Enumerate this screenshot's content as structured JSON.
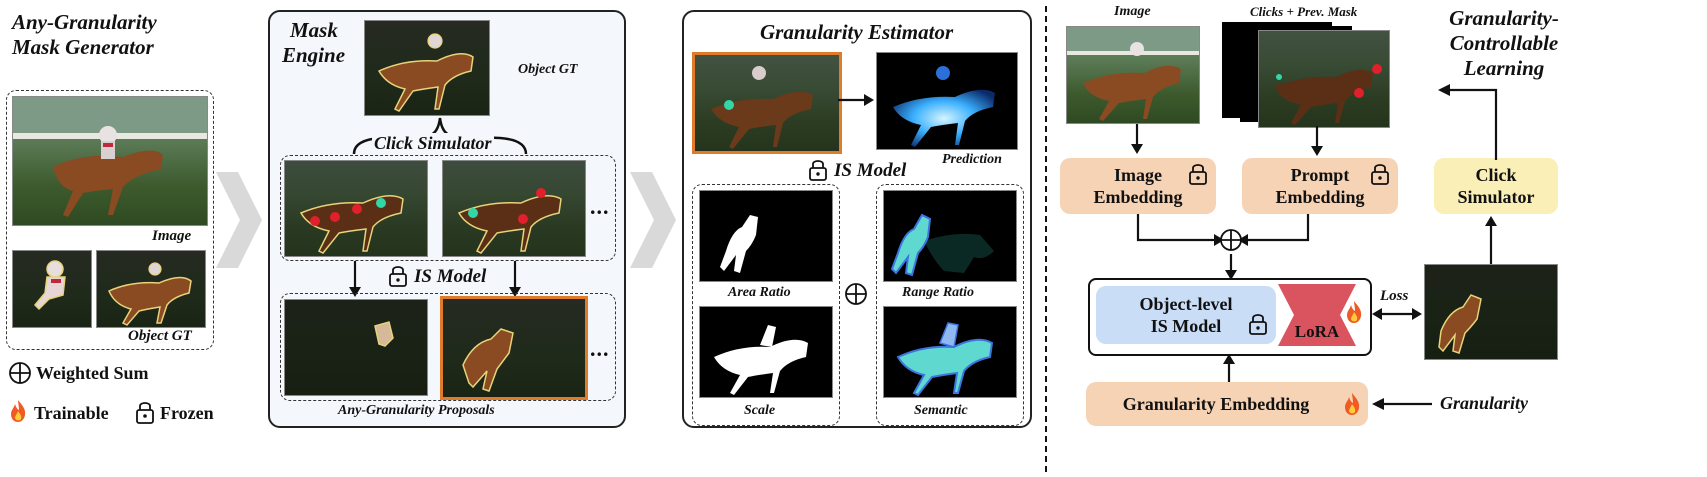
{
  "left": {
    "title_line1": "Any-Granularity",
    "title_line2": "Mask Generator",
    "image_label": "Image",
    "object_gt_label": "Object GT",
    "legend_weighted_sum": "Weighted Sum",
    "legend_trainable": "Trainable",
    "legend_frozen": "Frozen"
  },
  "mask_engine": {
    "title_line1": "Mask",
    "title_line2": "Engine",
    "object_gt_label": "Object GT",
    "click_simulator_label": "Click Simulator",
    "is_model_label": "IS Model",
    "proposals_label": "Any-Granularity Proposals",
    "ellipsis": "..."
  },
  "estimator": {
    "title": "Granularity Estimator",
    "prediction_label": "Prediction",
    "is_model_label": "IS Model",
    "area_ratio_label": "Area Ratio",
    "range_ratio_label": "Range Ratio",
    "scale_label": "Scale",
    "semantic_label": "Semantic"
  },
  "right": {
    "image_label": "Image",
    "clicks_label": "Clicks + Prev. Mask",
    "title_line1": "Granularity-",
    "title_line2": "Controllable",
    "title_line3": "Learning",
    "image_embedding_line1": "Image",
    "image_embedding_line2": "Embedding",
    "prompt_embedding_line1": "Prompt",
    "prompt_embedding_line2": "Embedding",
    "click_simulator_line1": "Click",
    "click_simulator_line2": "Simulator",
    "object_model_line1": "Object-level",
    "object_model_line2": "IS Model",
    "lora_label": "LoRA",
    "loss_label": "Loss",
    "granularity_embedding_label": "Granularity Embedding",
    "granularity_label": "Granularity"
  },
  "icons": [
    "circle-plus-icon",
    "flame-icon",
    "lock-icon",
    "chevron-right-icon",
    "arrow-icon"
  ],
  "colors": {
    "peach": "#f7d3b5",
    "cream": "#fbefb8",
    "blue": "#c9ddf6",
    "lora": "#d9545f",
    "orange_highlight": "#e07b2a"
  }
}
